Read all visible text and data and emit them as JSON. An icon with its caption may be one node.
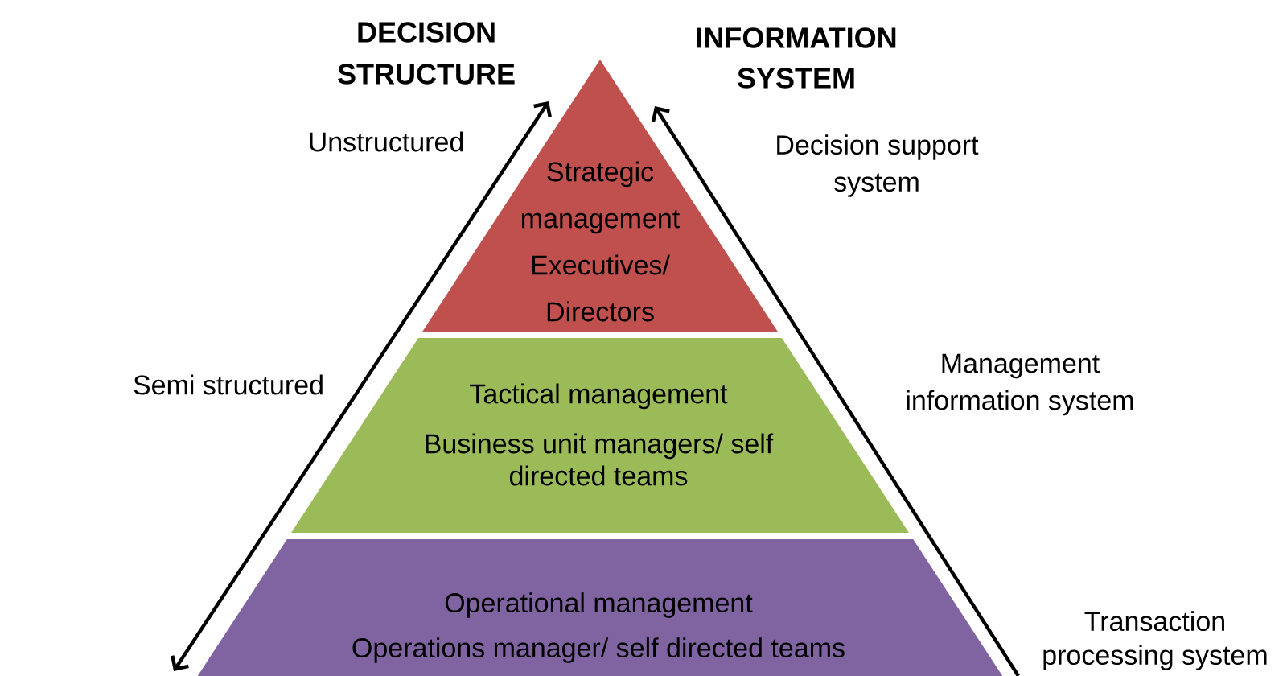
{
  "diagram": {
    "nodes": [
      {
        "text": [
          "Strategic management",
          "Executives/ Directors"
        ]
      },
      {
        "text": [
          "Tactical management",
          "Business unit managers/ self directed teams"
        ]
      },
      {
        "text": [
          "Operational management",
          "Operations manager/ self directed teams"
        ]
      }
    ],
    "labels": [
      "DECISION STRUCTURE",
      "INFORMATION SYSTEM",
      "Unstructured",
      "Decision support system",
      "Semi structured",
      "Management information system",
      "Transaction processing system"
    ]
  }
}
